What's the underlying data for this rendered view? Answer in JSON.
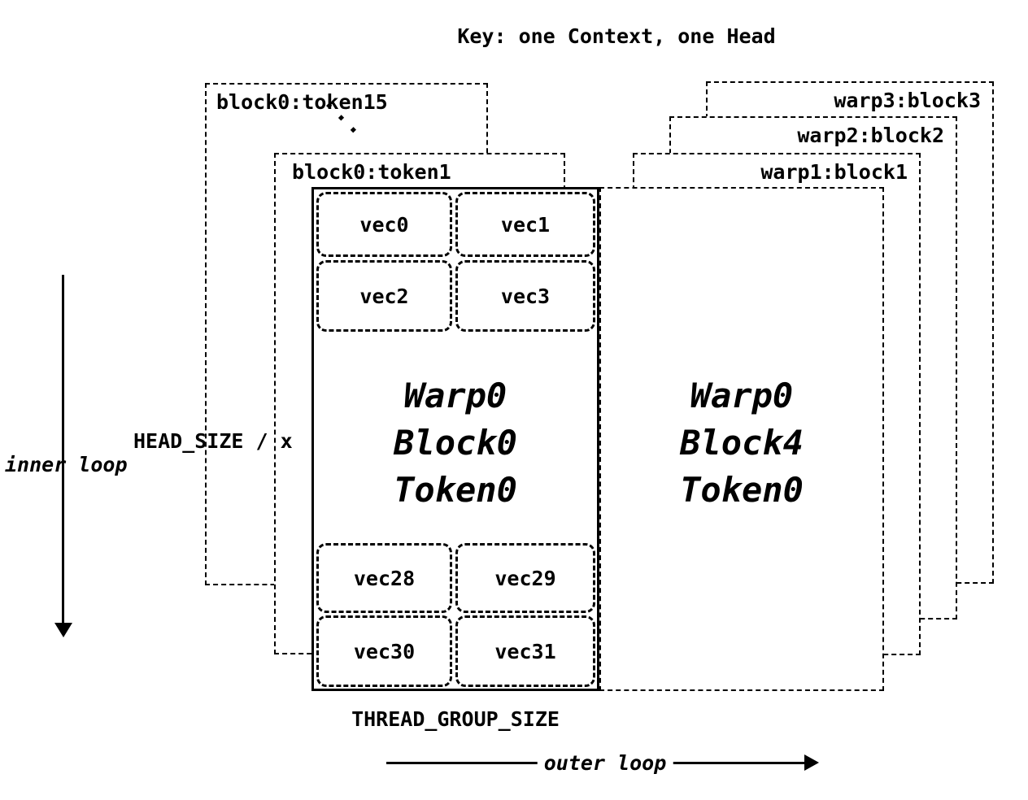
{
  "title": "Key: one Context, one Head",
  "colors": {
    "ink": "#000000",
    "paper": "#ffffff"
  },
  "left_stack": {
    "back_boxes": [
      {
        "label": "block0:token15"
      },
      {
        "label": "block0:token1"
      }
    ],
    "ellipsis": "···",
    "main_box": {
      "lines": [
        "Warp0",
        "Block0",
        "Token0"
      ]
    },
    "vecs_top": [
      "vec0",
      "vec1",
      "vec2",
      "vec3"
    ],
    "vecs_bottom": [
      "vec28",
      "vec29",
      "vec30",
      "vec31"
    ]
  },
  "right_stack": {
    "back_boxes": [
      {
        "label": "warp3:block3"
      },
      {
        "label": "warp2:block2"
      },
      {
        "label": "warp1:block1"
      }
    ],
    "main_box": {
      "lines": [
        "Warp0",
        "Block4",
        "Token0"
      ]
    }
  },
  "annotations": {
    "head_size": "HEAD_SIZE / x",
    "inner_loop": "inner loop",
    "thread_group_size": "THREAD_GROUP_SIZE",
    "outer_loop": "outer loop"
  }
}
